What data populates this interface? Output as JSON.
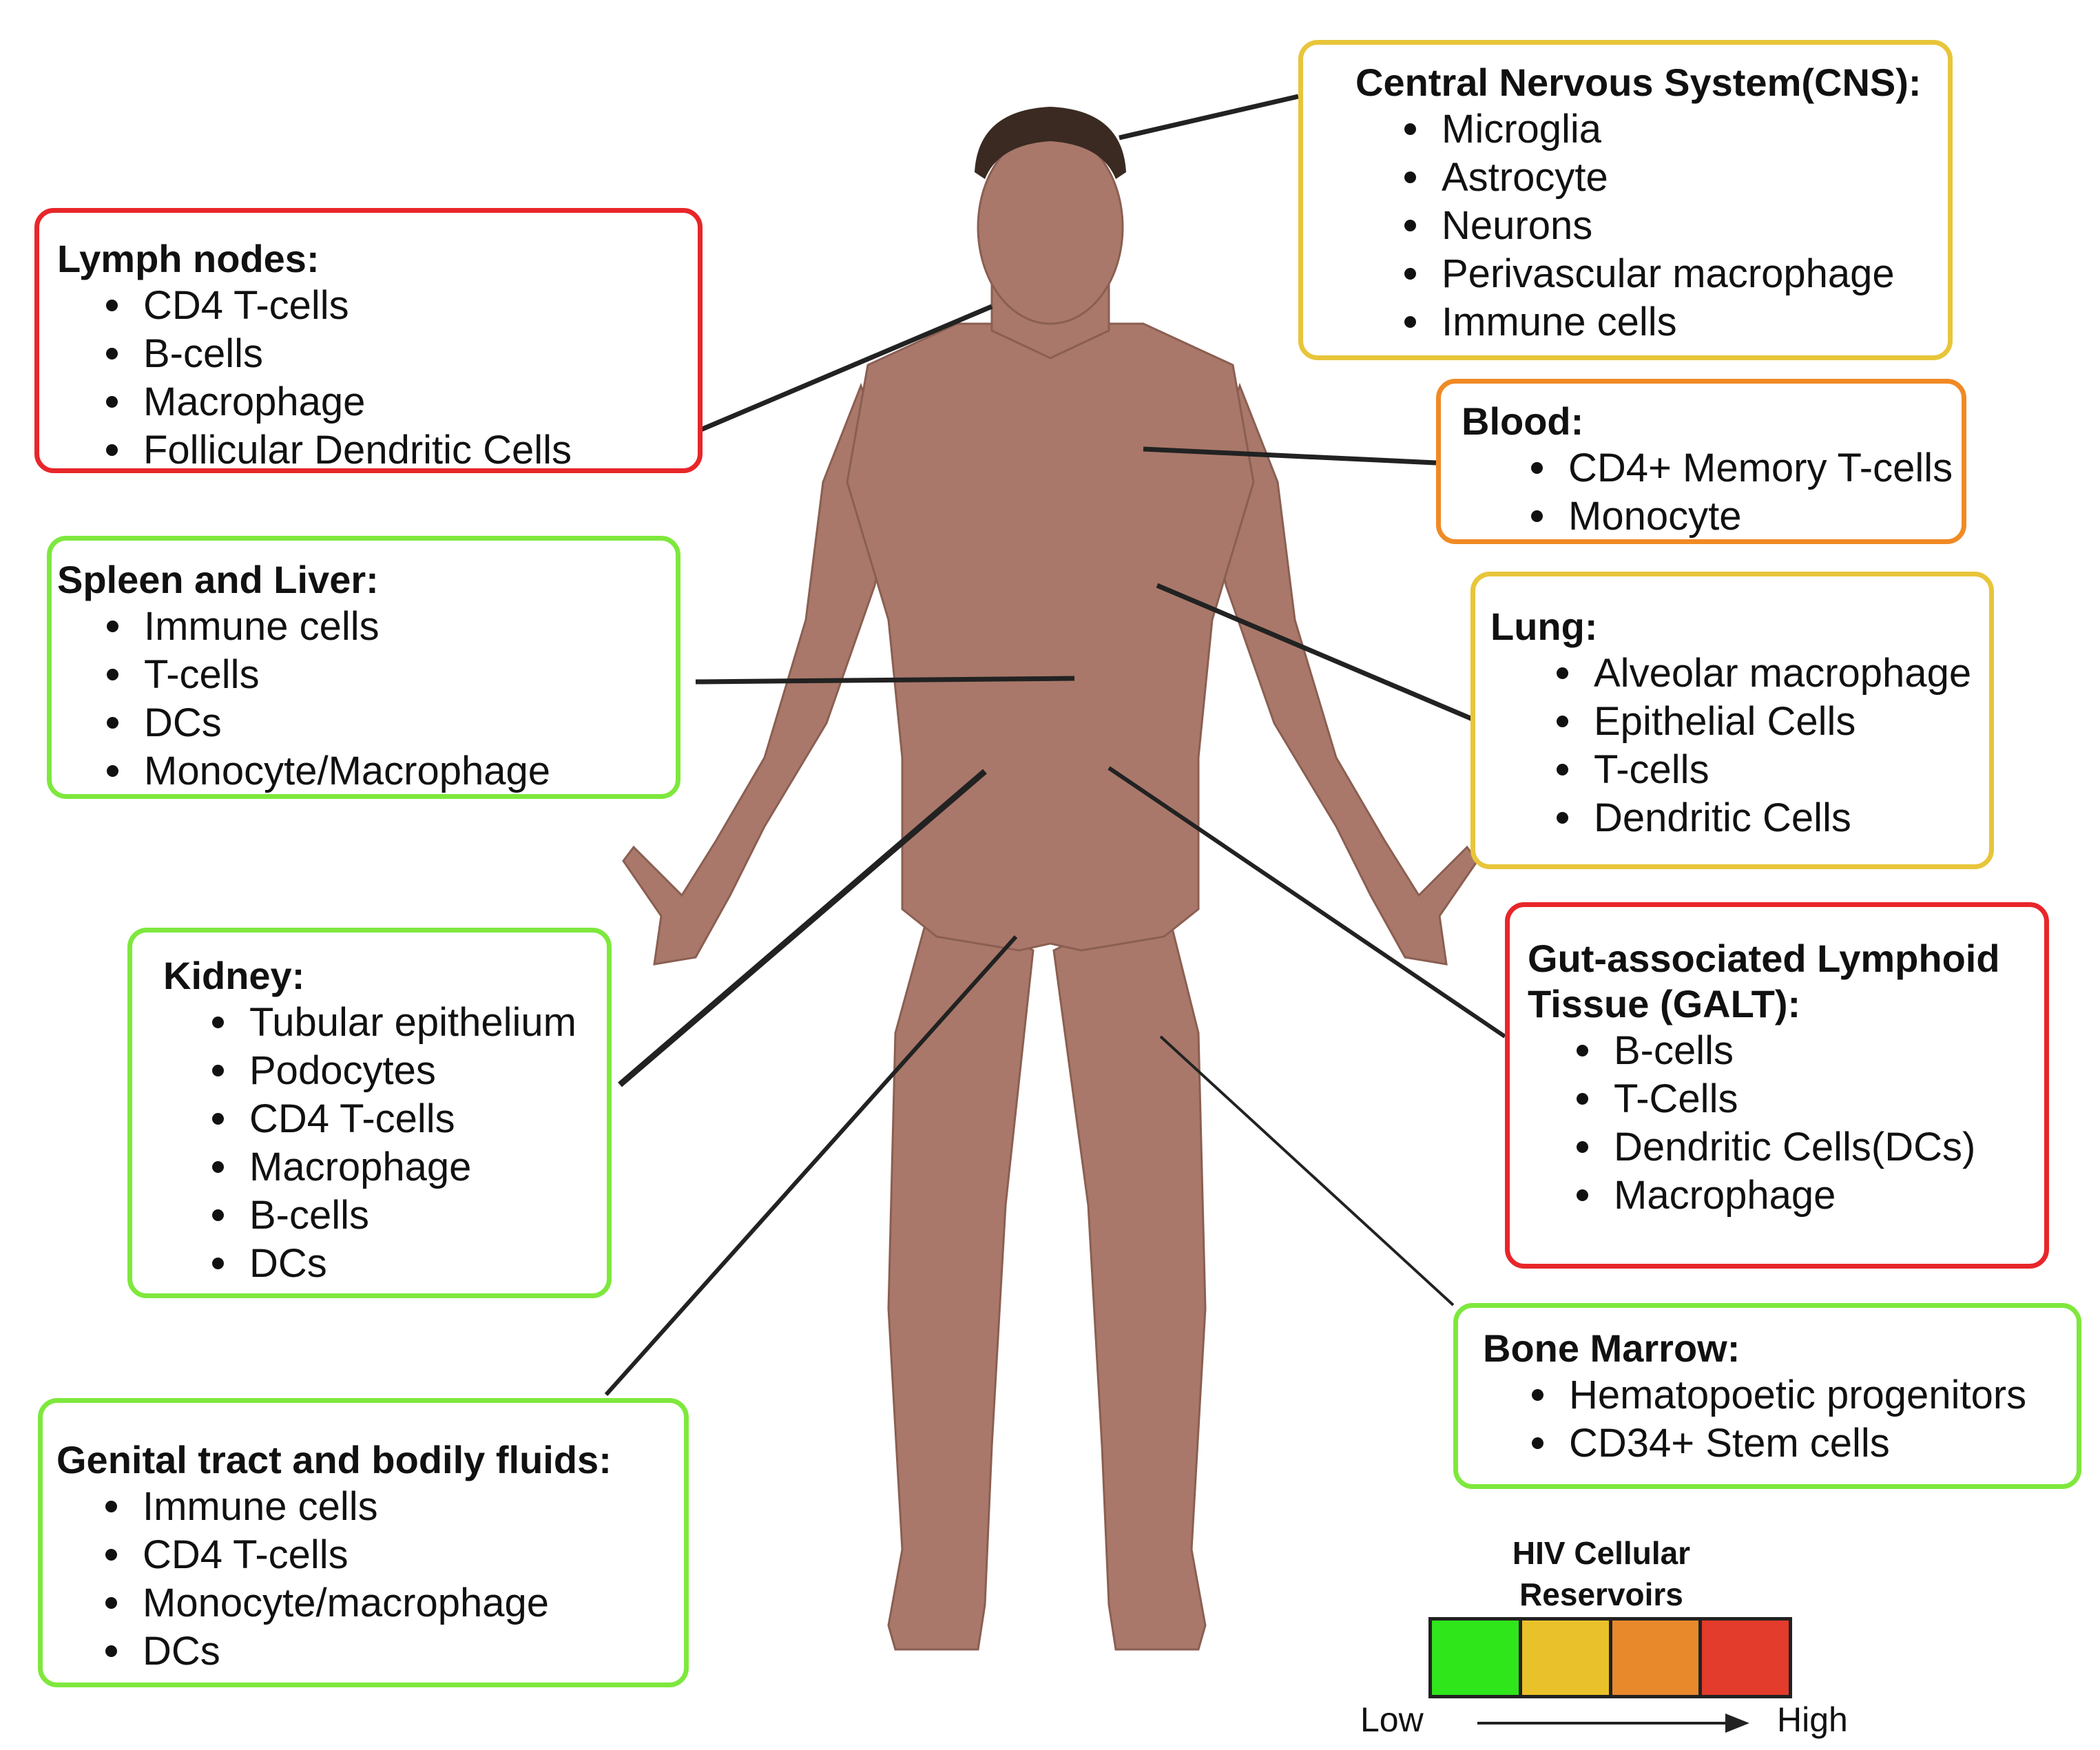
{
  "colors": {
    "low": "#2ee61a",
    "medium_low": "#e9c12a",
    "medium_high": "#e8892c",
    "high": "#e33b2c",
    "box_green": "#7ee83d",
    "box_yellow": "#e8c53a",
    "box_orange": "#f08a24",
    "box_red": "#e8262a",
    "skin": "#a9786a",
    "hair": "#3a2a22"
  },
  "boxes": {
    "cns": {
      "title": "Central Nervous System(CNS):",
      "level": "medium_low",
      "items": [
        "Microglia",
        "Astrocyte",
        "Neurons",
        "Perivascular macrophage",
        "Immune cells"
      ]
    },
    "lymph": {
      "title": "Lymph nodes:",
      "level": "high",
      "items": [
        "CD4 T-cells",
        "B-cells",
        "Macrophage",
        "Follicular Dendritic Cells"
      ]
    },
    "blood": {
      "title": "Blood:",
      "level": "medium_high",
      "items": [
        "CD4+ Memory T-cells",
        "Monocyte"
      ]
    },
    "spleen": {
      "title": "Spleen and Liver:",
      "level": "low",
      "items": [
        "Immune cells",
        "T-cells",
        "DCs",
        "Monocyte/Macrophage"
      ]
    },
    "lung": {
      "title": "Lung:",
      "level": "medium_low",
      "items": [
        "Alveolar macrophage",
        "Epithelial Cells",
        "T-cells",
        "Dendritic Cells"
      ]
    },
    "kidney": {
      "title": "Kidney:",
      "level": "low",
      "items": [
        "Tubular epithelium",
        "Podocytes",
        "CD4 T-cells",
        "Macrophage",
        "B-cells",
        "DCs"
      ]
    },
    "galt": {
      "title_line1": "Gut-associated Lymphoid",
      "title_line2": "Tissue (GALT):",
      "level": "high",
      "items": [
        "B-cells",
        "T-Cells",
        "Dendritic Cells(DCs)",
        "Macrophage"
      ]
    },
    "bone": {
      "title": "Bone Marrow:",
      "level": "low",
      "items": [
        "Hematopoetic progenitors",
        "CD34+ Stem cells"
      ]
    },
    "genital": {
      "title": "Genital tract and bodily fluids:",
      "level": "low",
      "items": [
        "Immune cells",
        "CD4 T-cells",
        "Monocyte/macrophage",
        "DCs"
      ]
    }
  },
  "legend": {
    "title_line1": "HIV Cellular",
    "title_line2": "Reservoirs",
    "low_label": "Low",
    "high_label": "High",
    "scale": [
      "low",
      "medium_low",
      "medium_high",
      "high"
    ]
  }
}
